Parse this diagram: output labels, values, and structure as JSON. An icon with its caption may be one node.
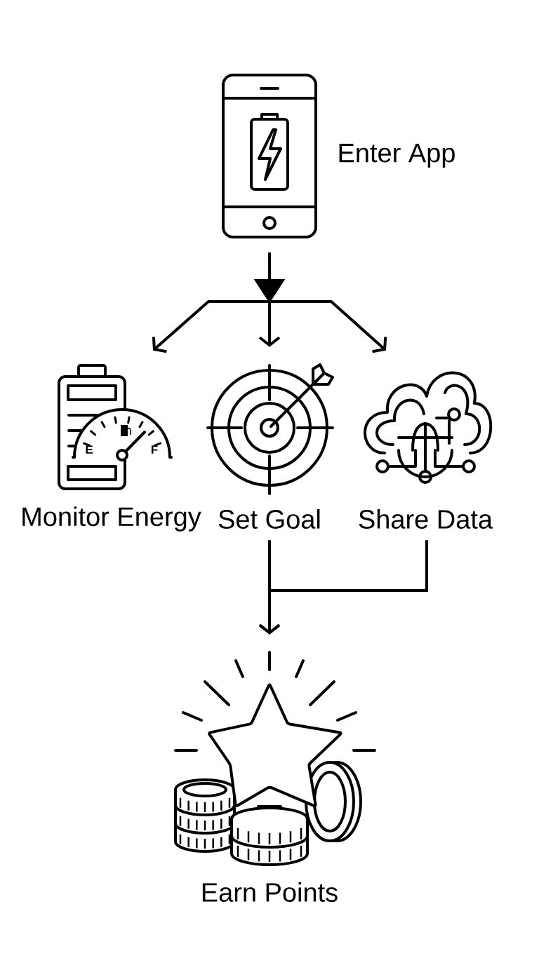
{
  "diagram": {
    "nodes": [
      {
        "text": [
          "Enter App"
        ]
      },
      {
        "text": [
          "Monitor Energy"
        ]
      },
      {
        "text": [
          "Set Goal"
        ]
      },
      {
        "text": [
          "Share Data"
        ]
      },
      {
        "text": [
          "Earn Points"
        ]
      }
    ],
    "edges": [
      {
        "from": 0,
        "to": 1,
        "arrow": "to"
      },
      {
        "from": 0,
        "to": 2,
        "arrow": "to"
      },
      {
        "from": 0,
        "to": 3,
        "arrow": "to"
      },
      {
        "from": 2,
        "to": 4,
        "arrow": "to"
      },
      {
        "from": 3,
        "to": 4,
        "arrow": "to"
      }
    ],
    "labels": [
      "E",
      "F"
    ]
  }
}
